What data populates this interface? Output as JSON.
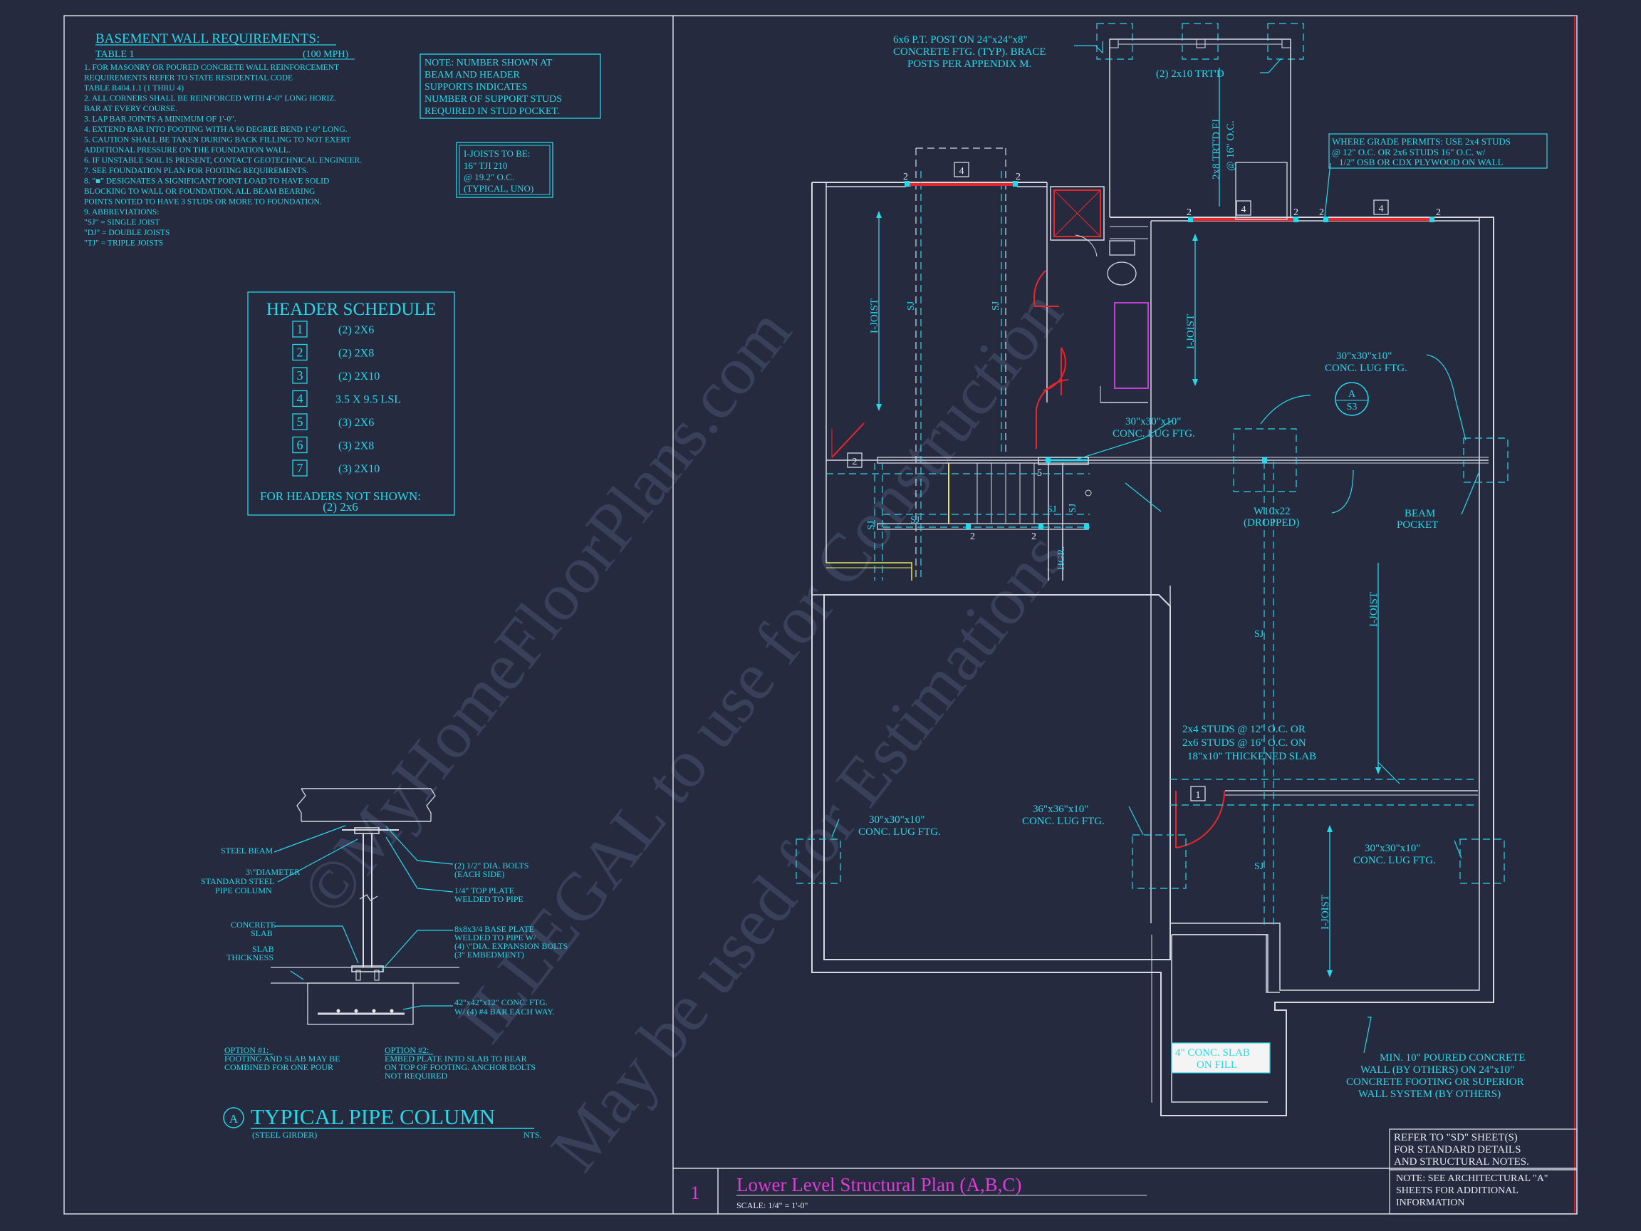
{
  "watermark": {
    "line1": "©MyHomeFloorPlans.com",
    "line2": "ILLEGAL to use for Construction",
    "line3": "May be used for Estimations"
  },
  "basement_notes": {
    "title": "BASEMENT WALL REQUIREMENTS:",
    "table_label": "TABLE 1",
    "wind": "(100 MPH)",
    "items": [
      "1. FOR MASONRY OR POURED CONCRETE WALL REINFORCEMENT",
      "   REQUIREMENTS REFER TO STATE RESIDENTIAL CODE",
      "   TABLE R404.1.1 (1 THRU 4)",
      "2. ALL CORNERS SHALL BE REINFORCED WITH 4'-0\" LONG HORIZ.",
      "   BAR AT EVERY COURSE.",
      "3. LAP BAR JOINTS A MINIMUM OF 1'-0\".",
      "4. EXTEND BAR INTO FOOTING WITH A 90 DEGREE BEND 1'-0\" LONG.",
      "5. CAUTION SHALL BE TAKEN DURING BACK FILLING TO NOT EXERT",
      "   ADDITIONAL PRESSURE ON THE FOUNDATION WALL.",
      "6. IF UNSTABLE SOIL IS PRESENT, CONTACT GEOTECHNICAL ENGINEER.",
      "7. SEE FOUNDATION PLAN FOR FOOTING REQUIREMENTS.",
      "8. \"■\" DESIGNATES A SIGNIFICANT POINT LOAD TO HAVE SOLID",
      "   BLOCKING TO WALL OR FOUNDATION.  ALL BEAM BEARING",
      "   POINTS NOTED TO HAVE 3 STUDS OR MORE TO FOUNDATION.",
      "9. ABBREVIATIONS:",
      "   \"SJ\" = SINGLE JOIST",
      "   \"DJ\" = DOUBLE JOISTS",
      "   \"TJ\" = TRIPLE JOISTS"
    ]
  },
  "note_box": [
    "NOTE: NUMBER SHOWN AT",
    "BEAM AND HEADER",
    "SUPPORTS INDICATES",
    "NUMBER OF SUPPORT STUDS",
    "REQUIRED IN STUD POCKET."
  ],
  "ijoist_box": [
    "I-JOISTS TO BE:",
    "16\" TJI 210",
    "@ 19.2\" O.C.",
    "(TYPICAL, UNO)"
  ],
  "header_schedule": {
    "title": "HEADER SCHEDULE",
    "rows": [
      {
        "num": "1",
        "size": "(2) 2X6"
      },
      {
        "num": "2",
        "size": "(2) 2X8"
      },
      {
        "num": "3",
        "size": "(2) 2X10"
      },
      {
        "num": "4",
        "size": "3.5 X 9.5 LSL"
      },
      {
        "num": "5",
        "size": "(3) 2X6"
      },
      {
        "num": "6",
        "size": "(3) 2X8"
      },
      {
        "num": "7",
        "size": "(3) 2X10"
      }
    ],
    "footer1": "FOR HEADERS NOT SHOWN:",
    "footer2": "(2) 2x6"
  },
  "pipe_column": {
    "steel_beam": "STEEL BEAM",
    "pipe1": "3\\\"DIAMETER",
    "pipe2": "STANDARD STEEL",
    "pipe3": "PIPE COLUMN",
    "slab1": "CONCRETE",
    "slab2": "SLAB",
    "thick1": "SLAB",
    "thick2": "THICKNESS",
    "bolts1": "(2) 1/2\" DIA. BOLTS",
    "bolts2": "(EACH SIDE)",
    "top1": "1/4\" TOP PLATE",
    "top2": "WELDED TO PIPE",
    "base1": "8x8x3/4 BASE PLATE",
    "base2": "WELDED TO PIPE W/",
    "base3": "(4) \\\"DIA. EXPANSION BOLTS",
    "base4": "(3\" EMBEDMENT)",
    "ftg1": "42\"x42\"x12\" CONC. FTG.",
    "ftg2": "W/ (4) #4 BAR EACH WAY.",
    "opt1a": "OPTION #1:",
    "opt1b": "FOOTING AND SLAB MAY BE",
    "opt1c": "COMBINED FOR ONE POUR",
    "opt2a": "OPTION #2:",
    "opt2b": "EMBED PLATE INTO SLAB TO BEAR",
    "opt2c": "ON TOP OF FOOTING. ANCHOR BOLTS",
    "opt2d": "NOT REQUIRED",
    "tag": "A",
    "title": "TYPICAL PIPE COLUMN",
    "sub": "(STEEL GIRDER)",
    "nts": "NTS."
  },
  "plan_labels": {
    "post1": "6x6 P.T. POST ON 24\"x24\"x8\"",
    "post2": "CONCRETE FTG. (TYP). BRACE",
    "post3": "POSTS PER APPENDIX M.",
    "trtd": "(2) 2x10 TRT'D",
    "fj1": "2x8 TRT'D FJ",
    "fj2": "@ 16\" O.C.",
    "grade1": "WHERE GRADE PERMITS: USE 2x4 STUDS",
    "grade2": "@ 12\" O.C. OR 2x6 STUDS 16\" O.C. w/",
    "grade3": "1/2\" OSB OR CDX PLYWOOD ON WALL",
    "lug_ne1": "30\"x30\"x10\"",
    "lug_ne2": "CONC. LUG FTG.",
    "lug_c1": "30\"x30\"x10\"",
    "lug_c2": "CONC. LUG FTG.",
    "sect_a": "A",
    "sect_s": "S3",
    "beam1": "W10x22",
    "beam2": "(DROPPED)",
    "pocket1": "BEAM",
    "pocket2": "POCKET",
    "studs1": "2x4 STUDS @ 12\" O.C. OR",
    "studs2": "2x6 STUDS @ 16\" O.C. ON",
    "studs3": "18\"x10\" THICKENED SLAB",
    "lug_w1": "30\"x30\"x10\"",
    "lug_w2": "CONC. LUG FTG.",
    "lug_36a": "36\"x36\"x10\"",
    "lug_36b": "CONC. LUG FTG.",
    "lug_e1": "30\"x30\"x10\"",
    "lug_e2": "CONC. LUG FTG.",
    "slab1": "4\" CONC. SLAB",
    "slab2": "ON FILL",
    "wall1": "MIN. 10\" POURED CONCRETE",
    "wall2": "WALL (BY OTHERS) ON 24\"x10\"",
    "wall3": "CONCRETE FOOTING OR SUPERIOR",
    "wall4": "WALL SYSTEM (BY OTHERS)",
    "ijoist": "I-JOIST",
    "sj": "SJ",
    "hgr": "HGR.",
    "num2": "2",
    "num4": "4",
    "num5": "5",
    "num1": "1"
  },
  "title_block": {
    "ref1": "REFER TO \"SD\" SHEET(S)",
    "ref2": "FOR STANDARD DETAILS",
    "ref3": "AND STRUCTURAL NOTES.",
    "sheet_num": "1",
    "title": "Lower Level Structural Plan (A,B,C)",
    "scale": "SCALE: 1/4\" = 1'-0\"",
    "note1": "NOTE: SEE ARCHITECTURAL \"A\"",
    "note2": "SHEETS FOR ADDITIONAL",
    "note3": "INFORMATION"
  },
  "colors": {
    "background": "#252a3f",
    "linework": "#27d8e8",
    "walls": "#d7dae3",
    "headers": "#e8262b",
    "title": "#e03ad8"
  }
}
